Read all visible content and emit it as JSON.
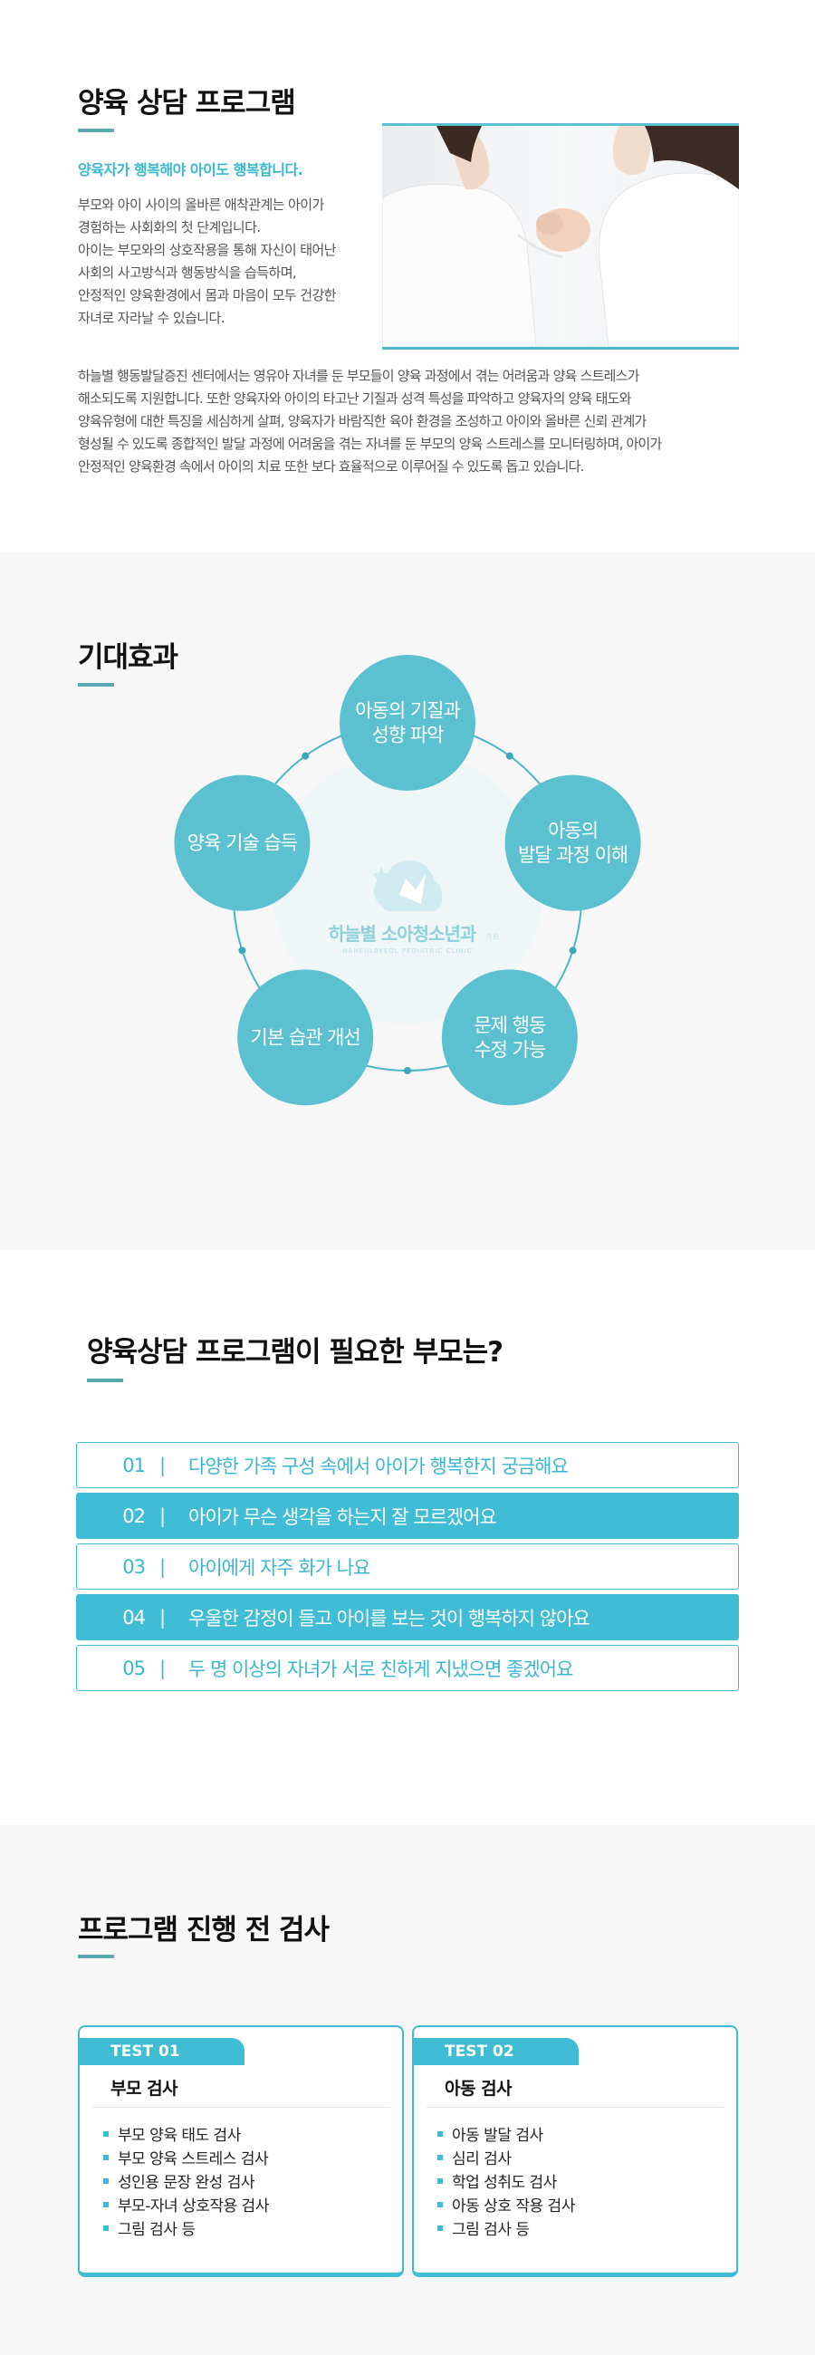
{
  "program": {
    "title": "양육 상담 프로그램",
    "subtitle": "양육자가 행복해야 아이도 행복합니다.",
    "intro_lines": [
      "부모와 아이 사이의 올바른 애착관계는 아이가",
      "경험하는 사회화의 첫 단계입니다.",
      "아이는 부모와의 상호작용을 통해 자신이 태어난",
      "사회의 사고방식과 행동방식을 습득하며,",
      "안정적인 양육환경에서 몸과 마음이 모두 건강한",
      "자녀로 자라날 수 있습니다."
    ],
    "body_lines": [
      "하늘별 행동발달증진 센터에서는 영유아 자녀를 둔 부모들이 양육 과정에서 겪는 어려움과 양육 스트레스가",
      "해소되도록 지원합니다. 또한 양육자와 아이의 타고난 기질과 성격 특성을 파악하고 양육자의 양육 태도와",
      "양육유형에 대한 특징을 세심하게 살펴, 양육자가 바람직한 육아 환경을 조성하고 아이와 올바른 신뢰 관계가",
      "형성될 수 있도록 종합적인 발달 과정에 어려움을 겪는 자녀를 둔 부모의 양육 스트레스를 모니터링하며, 아이가",
      "안정적인 양육환경 속에서 아이의 치료 또한 보다 효율적으로 이루어질 수 있도록 돕고 있습니다."
    ]
  },
  "effects": {
    "title": "기대효과",
    "logo_name": "하늘별 소아청소년과",
    "logo_small": "의원",
    "logo_en": "HANEULBYEOL PEDIATRIC CLINIC",
    "items": [
      {
        "lines": [
          "아동의 기질과",
          "성향 파악"
        ]
      },
      {
        "lines": [
          "아동의",
          "발달 과정 이해"
        ]
      },
      {
        "lines": [
          "문제 행동",
          "수정 가능"
        ]
      },
      {
        "lines": [
          "기본 습관 개선"
        ]
      },
      {
        "lines": [
          "양육 기술 습득"
        ]
      }
    ]
  },
  "needs": {
    "title": "양육상담 프로그램이 필요한 부모는?",
    "items": [
      {
        "num": "01",
        "sep": "|",
        "text": "다양한 가족 구성 속에서 아이가 행복한지 궁금해요"
      },
      {
        "num": "02",
        "sep": "|",
        "text": "아이가 무슨 생각을 하는지 잘 모르겠어요"
      },
      {
        "num": "03",
        "sep": "|",
        "text": "아이에게 자주 화가 나요"
      },
      {
        "num": "04",
        "sep": "|",
        "text": "우울한 감정이 들고 아이를 보는 것이 행복하지 않아요"
      },
      {
        "num": "05",
        "sep": "|",
        "text": "두 명 이상의 자녀가 서로 친하게 지냈으면 좋겠어요"
      }
    ]
  },
  "tests": {
    "title": "프로그램 진행 전 검사",
    "cards": [
      {
        "tag": "TEST 01",
        "name": "부모 검사",
        "items": [
          "부모 양육 태도 검사",
          "부모 양육 스트레스 검사",
          "성인용 문장 완성 검사",
          "부모-자녀 상호작용 검사",
          "그림 검사 등"
        ]
      },
      {
        "tag": "TEST 02",
        "name": "아동 검사",
        "items": [
          "아동 발달 검사",
          "심리 검사",
          "학업 성취도 검사",
          "아동 상호 작용 검사",
          "그림 검사 등"
        ]
      }
    ]
  },
  "colors": {
    "accent": "#40bcd5",
    "accent_light": "#5bc0cf",
    "text": "#333333"
  }
}
